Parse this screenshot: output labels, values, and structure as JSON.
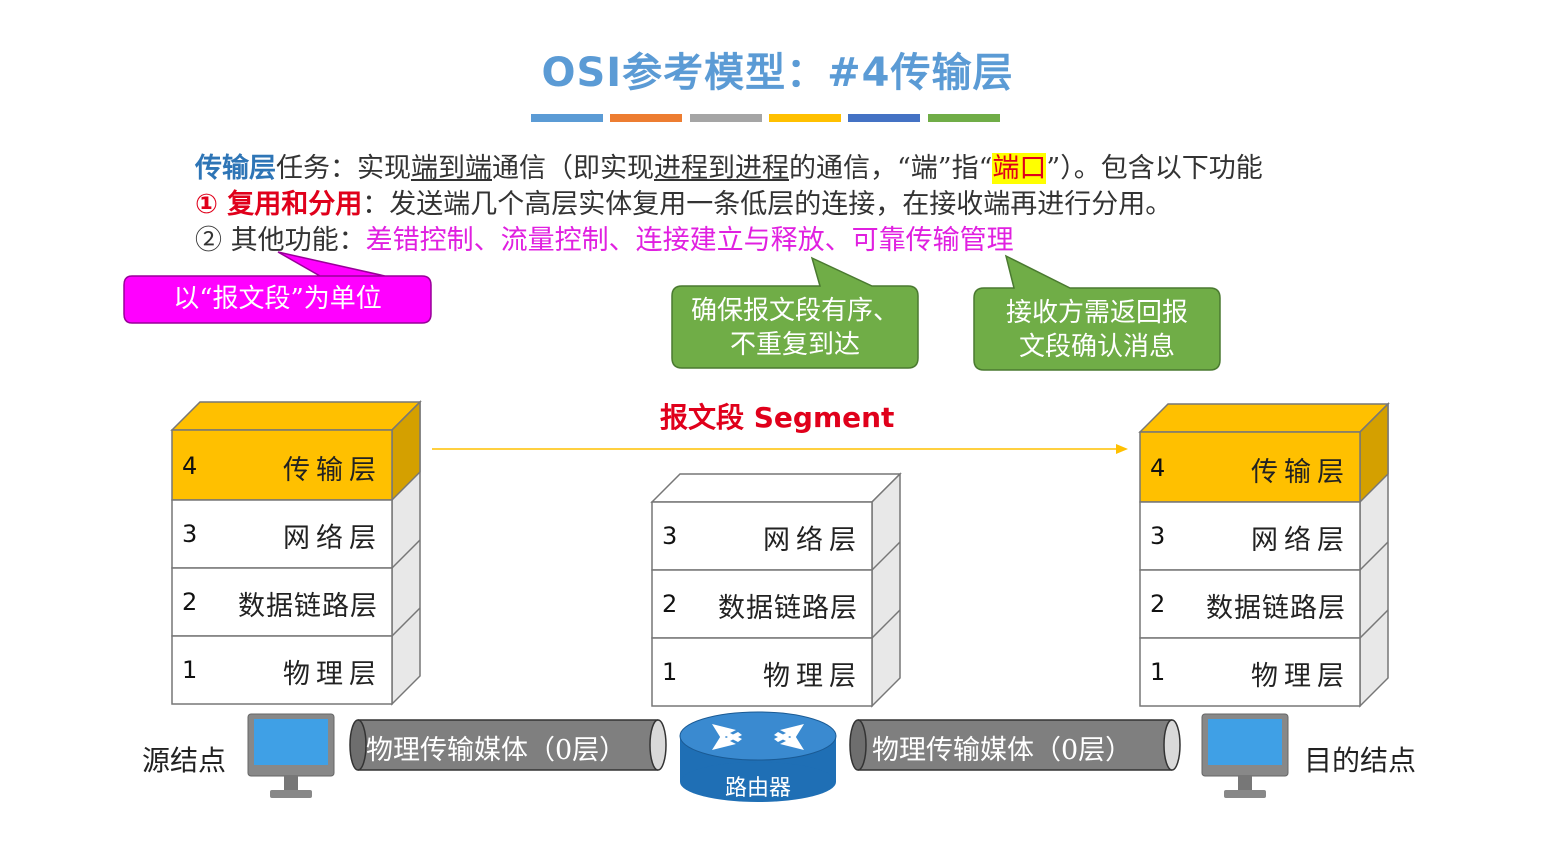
{
  "title": "OSI参考模型：#4传输层",
  "title_bar_colors": [
    "#5b9bd5",
    "#ed7d31",
    "#a5a5a5",
    "#ffc000",
    "#4472c4",
    "#70ad47"
  ],
  "intro": {
    "term": "传输层",
    "t1": "任务：实现",
    "t2": "端到端",
    "t3": "通信（即实现",
    "t4": "进程到进程",
    "t5": "的通信，“端”指“",
    "t6": "端口",
    "t7": "”）。包含以下功能"
  },
  "item1": {
    "label": "① 复用和分用",
    "text": "：发送端几个高层实体复用一条低层的连接，在接收端再进行分用。"
  },
  "item2": {
    "label": "② 其他功能：",
    "text": "差错控制、流量控制、连接建立与释放、可靠传输管理"
  },
  "callouts": {
    "segment_unit": "以“报文段”为单位",
    "ordered_line1": "确保报文段有序、",
    "ordered_line2": "不重复到达",
    "ack_line1": "接收方需返回报",
    "ack_line2": "文段确认消息"
  },
  "segment_label": "报文段 Segment",
  "layers": {
    "transport": {
      "num": "4",
      "name": "传输层"
    },
    "network": {
      "num": "3",
      "name": "网络层"
    },
    "datalink": {
      "num": "2",
      "name": "数据链路层"
    },
    "physical": {
      "num": "1",
      "name": "物理层"
    }
  },
  "nodes": {
    "source": "源结点",
    "destination": "目的结点",
    "router": "路由器"
  },
  "media_label": "物理传输媒体（0层）",
  "colors": {
    "transport_fill": "#ffc000",
    "callout_magenta": "#ff00ff",
    "callout_green": "#70ad47",
    "router_blue": "#1f6fb5",
    "arrow": "#ffc000"
  }
}
